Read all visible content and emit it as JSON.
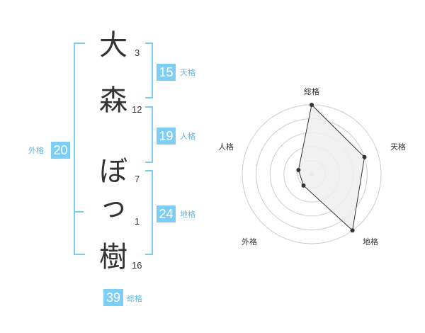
{
  "characters": [
    {
      "char": "大",
      "strokes": "3"
    },
    {
      "char": "森",
      "strokes": "12"
    },
    {
      "char": "ぼ",
      "strokes": "7"
    },
    {
      "char": "っ",
      "strokes": "1"
    },
    {
      "char": "樹",
      "strokes": "16"
    }
  ],
  "kakusu": {
    "tenkaku": {
      "value": "15",
      "label": "天格"
    },
    "jinkaku": {
      "value": "19",
      "label": "人格"
    },
    "chikaku": {
      "value": "24",
      "label": "地格"
    },
    "gaikaku": {
      "value": "20",
      "label": "外格"
    },
    "soukaku": {
      "value": "39",
      "label": "総格"
    }
  },
  "radar": {
    "axes": [
      "総格",
      "天格",
      "地格",
      "外格",
      "人格"
    ],
    "values": [
      5,
      4,
      5,
      1,
      1
    ],
    "max": 5,
    "rings": 5,
    "colors": {
      "ring": "#cccccc",
      "fill": "#eeeeee",
      "stroke": "#333333",
      "point": "#333333",
      "center": "#cccccc"
    }
  },
  "colors": {
    "accent": "#7dcdf4",
    "accent_text": "#5fb8e6",
    "text": "#333333"
  }
}
